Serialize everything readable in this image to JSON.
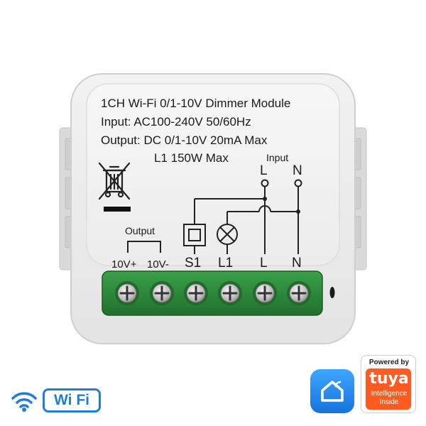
{
  "module": {
    "title": "1CH Wi-Fi 0/1-10V Dimmer Module",
    "input_spec": "Input: AC100-240V 50/60Hz",
    "output_spec": "Output: DC 0/1-10V 20mA Max",
    "load_spec": "L1 150W Max",
    "input_label": "Input",
    "input_l": "L",
    "input_n": "N",
    "output_label": "Output",
    "terminals": [
      "10V+",
      "10V-",
      "S1",
      "L1",
      "L",
      "N"
    ]
  },
  "badges": {
    "wifi_text": "Wi Fi",
    "powered_by": "Powered by",
    "tuya": "tuya",
    "intelligence": "Intelligence",
    "inside": "Inside"
  },
  "colors": {
    "housing": "#ebebeb",
    "terminal_block": "#2e8a3c",
    "wifi_blue": "#1f7fd6",
    "tuya_orange": "#ff5a1f"
  },
  "icons": [
    "weee-bin-icon",
    "screw-terminal-icon",
    "wifi-icon",
    "smart-home-app-icon"
  ]
}
